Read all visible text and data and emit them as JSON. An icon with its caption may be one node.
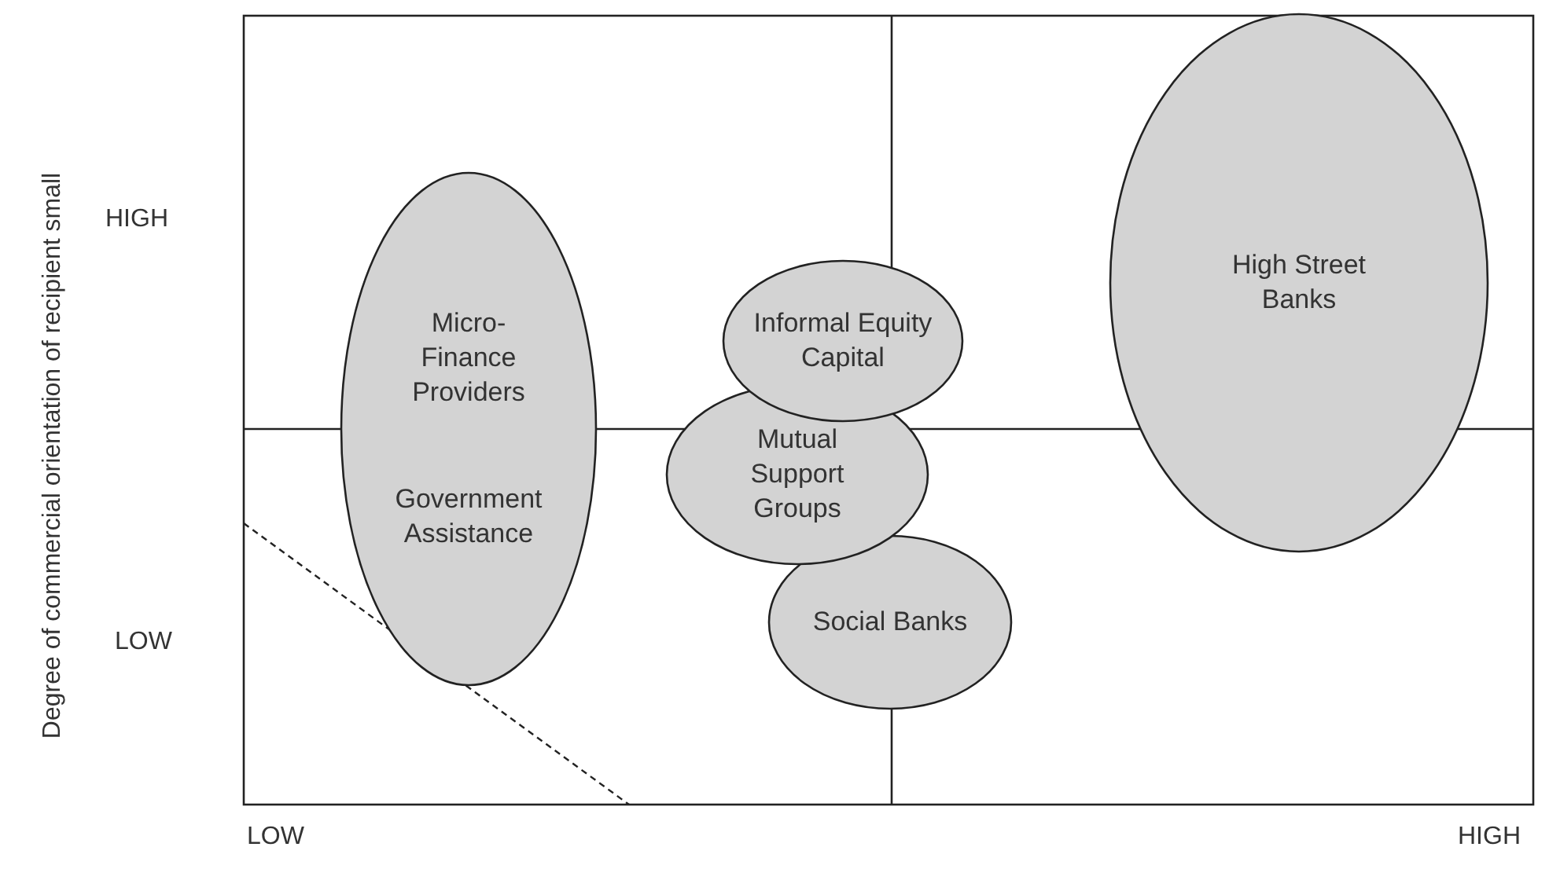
{
  "diagram": {
    "nodes": [
      {
        "text": [
          "Micro-Finance Providers",
          "Government Assistance"
        ]
      },
      {
        "text": [
          "High Street Banks"
        ]
      },
      {
        "text": [
          "Informal Equity Capital"
        ]
      },
      {
        "text": [
          "Mutual Support Groups"
        ]
      },
      {
        "text": [
          "Social Banks"
        ]
      }
    ],
    "edges": [],
    "labels": [
      "Degree of commercial orientation of recipient small",
      "HIGH",
      "LOW",
      "LOW",
      "HIGH"
    ]
  }
}
